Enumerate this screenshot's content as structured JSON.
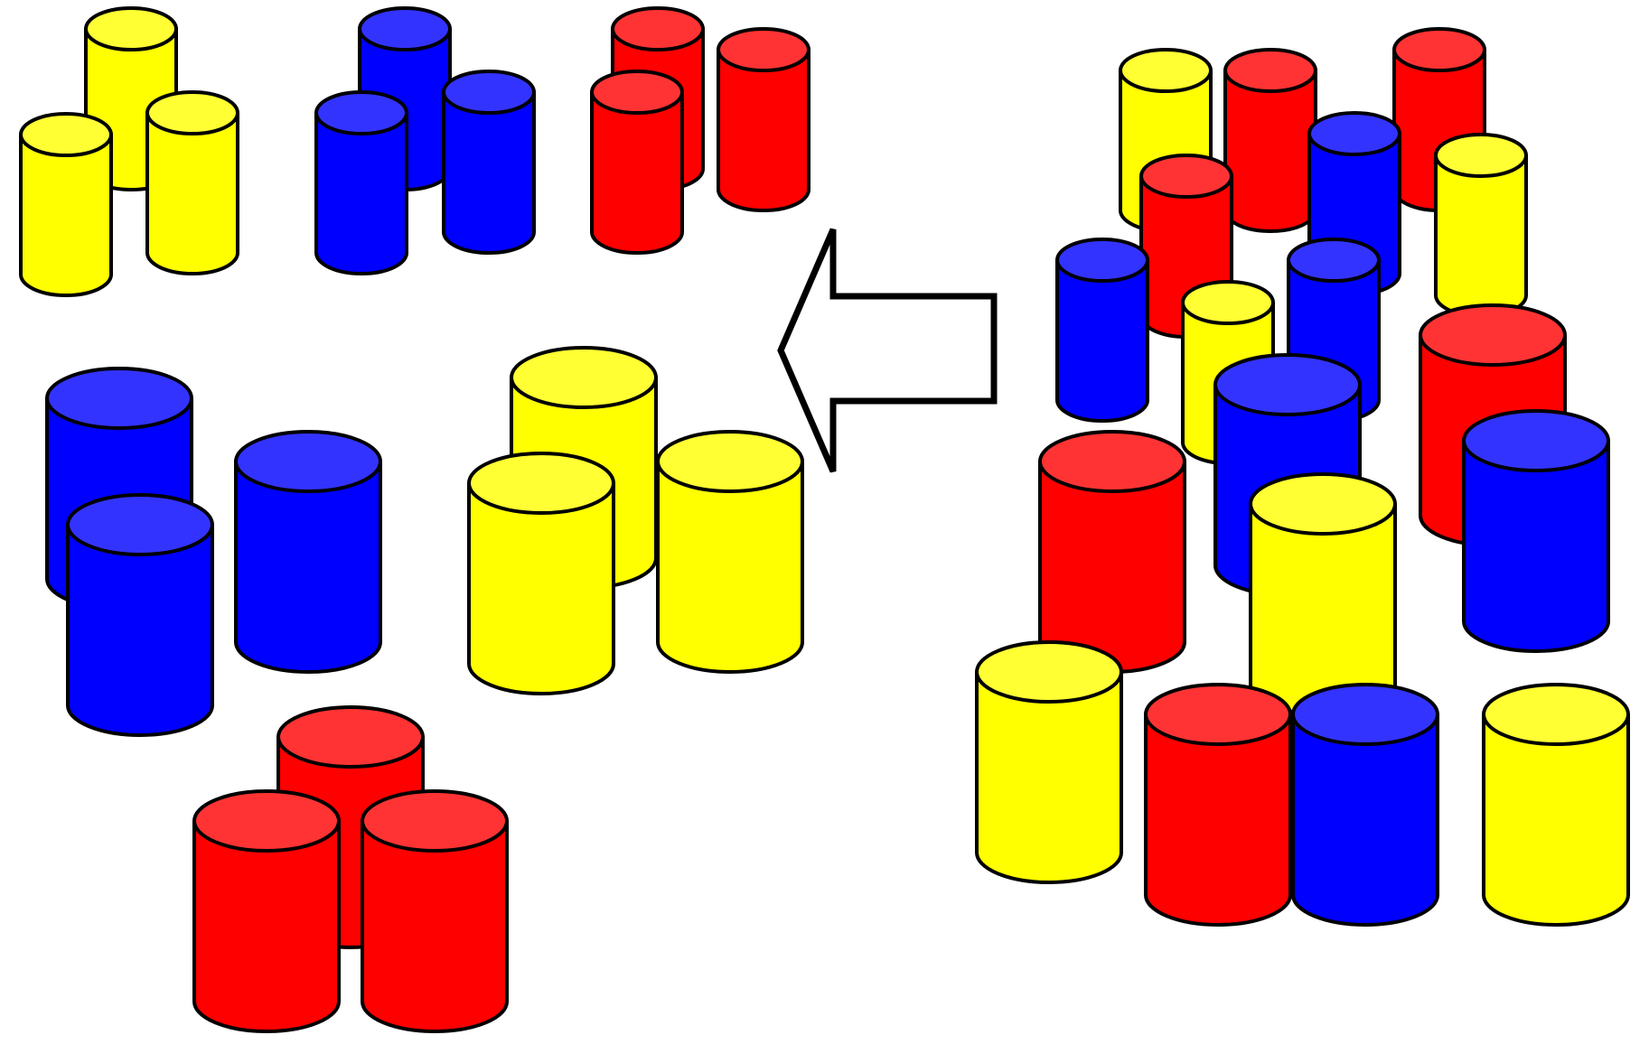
{
  "figure": {
    "background": "#ffffff",
    "outline_color": "#000000",
    "colors": {
      "yellow": {
        "body": "#ffff00",
        "top": "#ffff33"
      },
      "blue": {
        "body": "#0000ff",
        "top": "#3333ff"
      },
      "red": {
        "body": "#ff0000",
        "top": "#ff3333"
      }
    },
    "arrow": {
      "icon": "left-arrow-icon",
      "direction": "left",
      "fill": "#ffffff"
    },
    "sorted_groups": [
      {
        "name": "small-yellow",
        "size": "small",
        "color": "yellow",
        "count": 3
      },
      {
        "name": "small-blue",
        "size": "small",
        "color": "blue",
        "count": 3
      },
      {
        "name": "small-red",
        "size": "small",
        "color": "red",
        "count": 3
      },
      {
        "name": "large-blue",
        "size": "large",
        "color": "blue",
        "count": 3
      },
      {
        "name": "large-yellow",
        "size": "large",
        "color": "yellow",
        "count": 3
      },
      {
        "name": "large-red",
        "size": "large",
        "color": "red",
        "count": 3
      }
    ],
    "mixed_pile": {
      "small": {
        "yellow": 3,
        "red": 3,
        "blue": 3
      },
      "large": {
        "yellow": 3,
        "red": 3,
        "blue": 3
      }
    }
  }
}
